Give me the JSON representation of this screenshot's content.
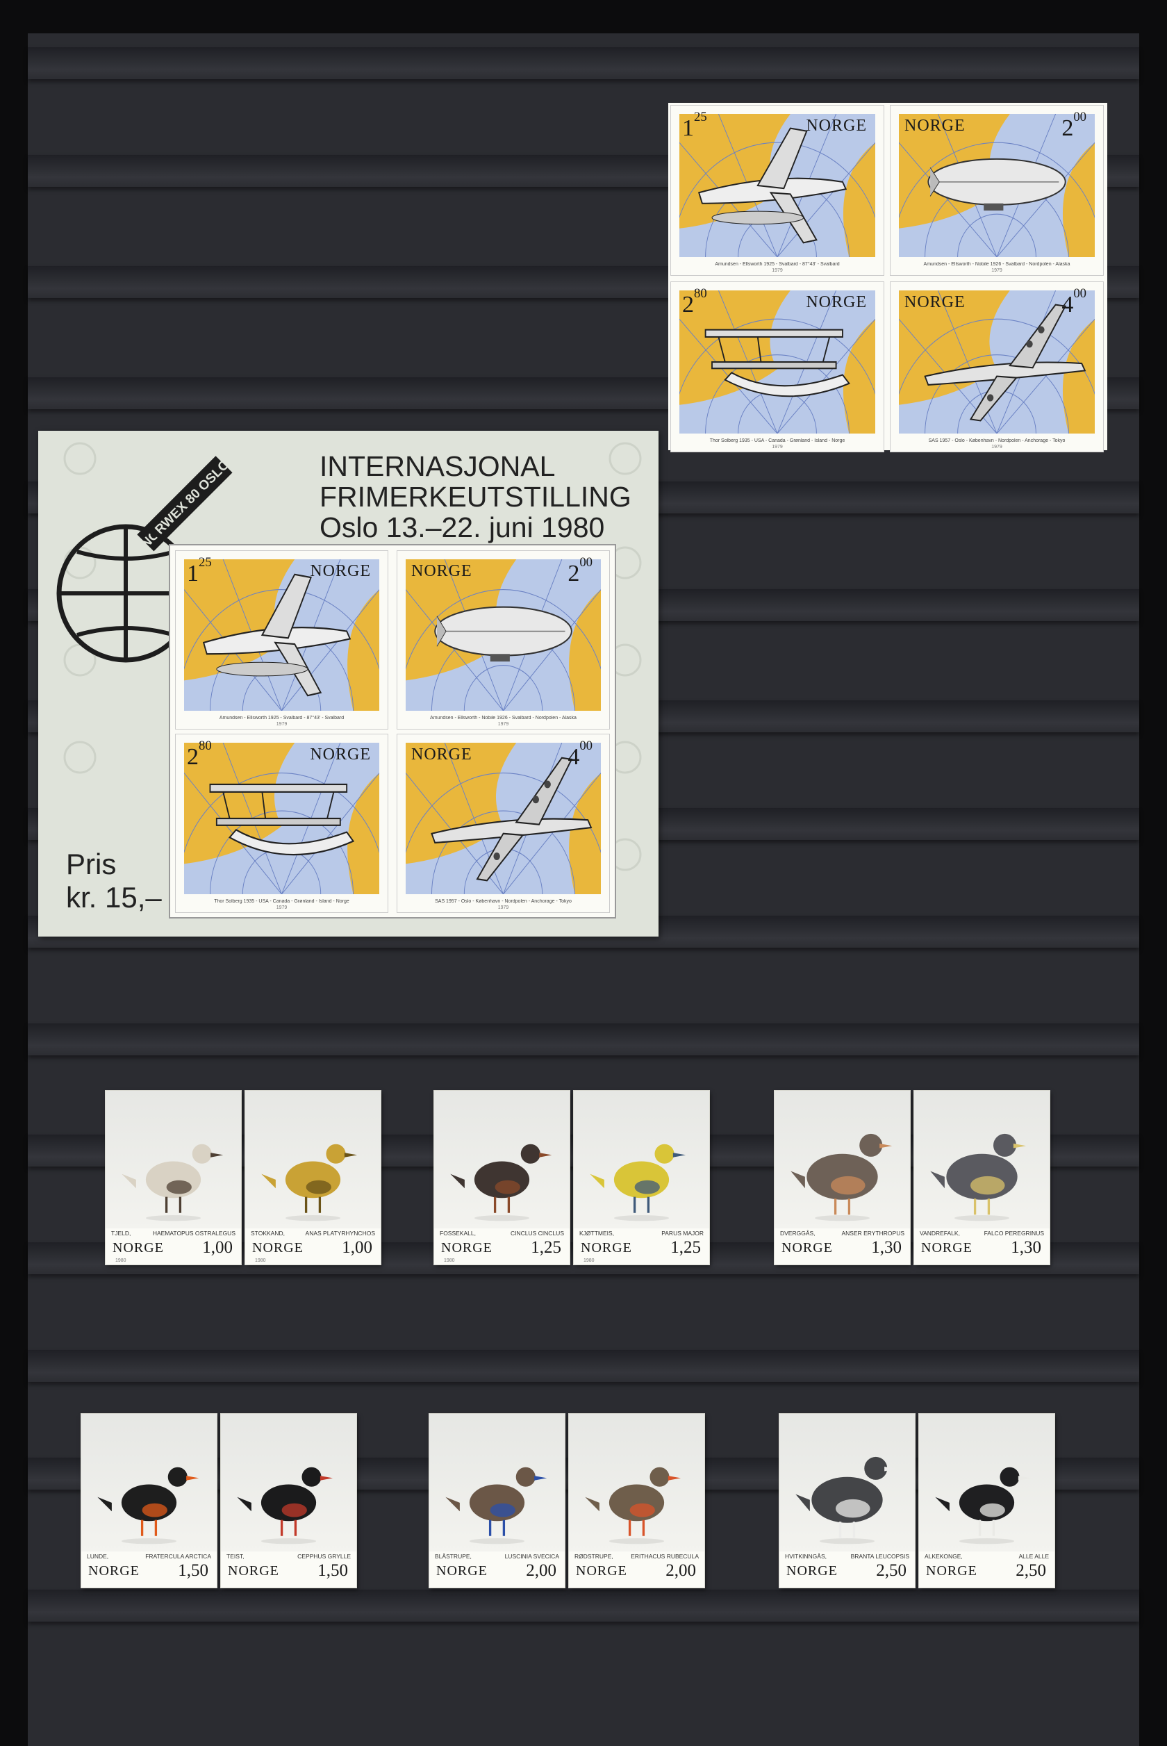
{
  "album": {
    "background_color": "#2b2c31",
    "sheet_color": "#dfe3da"
  },
  "aviation": {
    "country": "NORGE",
    "stamps": [
      {
        "value": "1",
        "value_frac": "25",
        "caption": "Amundsen - Ellsworth 1925 - Svalbard - 87°43' - Svalbard",
        "year": "1979",
        "craft": "seaplane"
      },
      {
        "value": "2",
        "value_frac": "00",
        "caption": "Amundsen - Ellsworth - Nobile 1926 - Svalbard - Nordpolen - Alaska",
        "year": "1979",
        "craft": "airship"
      },
      {
        "value": "2",
        "value_frac": "80",
        "caption": "Thor Solberg 1935 - USA - Canada - Grønland - Island - Norge",
        "year": "1979",
        "craft": "biplane"
      },
      {
        "value": "4",
        "value_frac": "00",
        "caption": "SAS 1957 - Oslo - København - Nordpolen - Anchorage - Tokyo",
        "year": "1979",
        "craft": "airliner"
      }
    ]
  },
  "souvenir_sheet": {
    "heading": [
      "INTERNASJONAL",
      "FRIMERKEUTSTILLING",
      "Oslo 13.–22. juni 1980"
    ],
    "logo_text": "NORWEX 80 OSLO",
    "price": [
      "Pris",
      "kr. 15,–"
    ]
  },
  "birds": {
    "country": "NORGE",
    "pairs": [
      [
        {
          "name": "TJELD,",
          "latin": "HAEMATOPUS OSTRALEGUS",
          "value": "1,00",
          "year": "1980",
          "body": "#d9d2c4",
          "accent": "#4d3f33"
        },
        {
          "name": "STOKKAND,",
          "latin": "ANAS PLATYRHYNCHOS",
          "value": "1,00",
          "year": "1980",
          "body": "#c9a235",
          "accent": "#6a5318"
        }
      ],
      [
        {
          "name": "FOSSEKALL,",
          "latin": "CINCLUS CINCLUS",
          "value": "1,25",
          "year": "1980",
          "body": "#3f3531",
          "accent": "#8a4a2a"
        },
        {
          "name": "KJØTTMEIS,",
          "latin": "PARUS MAJOR",
          "value": "1,25",
          "year": "1980",
          "body": "#d9c538",
          "accent": "#3f5a7a"
        }
      ],
      [
        {
          "name": "DVERGGÅS,",
          "latin": "ANSER ERYTHROPUS",
          "value": "1,30",
          "year": "",
          "body": "#6e6157",
          "accent": "#c98a5a"
        },
        {
          "name": "VANDREFALK,",
          "latin": "FALCO PEREGRINUS",
          "value": "1,30",
          "year": "",
          "body": "#5a5a60",
          "accent": "#d9c26a"
        }
      ],
      [
        {
          "name": "LUNDE,",
          "latin": "FRATERCULA ARCTICA",
          "value": "1,50",
          "year": "",
          "body": "#1e1e1e",
          "accent": "#e05a1a"
        },
        {
          "name": "TEIST,",
          "latin": "CEPPHUS GRYLLE",
          "value": "1,50",
          "year": "",
          "body": "#1b1b1c",
          "accent": "#c23a2a"
        }
      ],
      [
        {
          "name": "BLÅSTRUPE,",
          "latin": "LUSCINIA SVECICA",
          "value": "2,00",
          "year": "",
          "body": "#6b5747",
          "accent": "#2b4fa8"
        },
        {
          "name": "RØDSTRUPE,",
          "latin": "ERITHACUS RUBECULA",
          "value": "2,00",
          "year": "",
          "body": "#6f5e4b",
          "accent": "#d8542a"
        }
      ],
      [
        {
          "name": "HVITKINNGÅS,",
          "latin": "BRANTA LEUCOPSIS",
          "value": "2,50",
          "year": "",
          "body": "#444548",
          "accent": "#ececea"
        },
        {
          "name": "ALKEKONGE,",
          "latin": "ALLE ALLE",
          "value": "2,50",
          "year": "",
          "body": "#1f1f21",
          "accent": "#eaeae6"
        }
      ]
    ]
  }
}
